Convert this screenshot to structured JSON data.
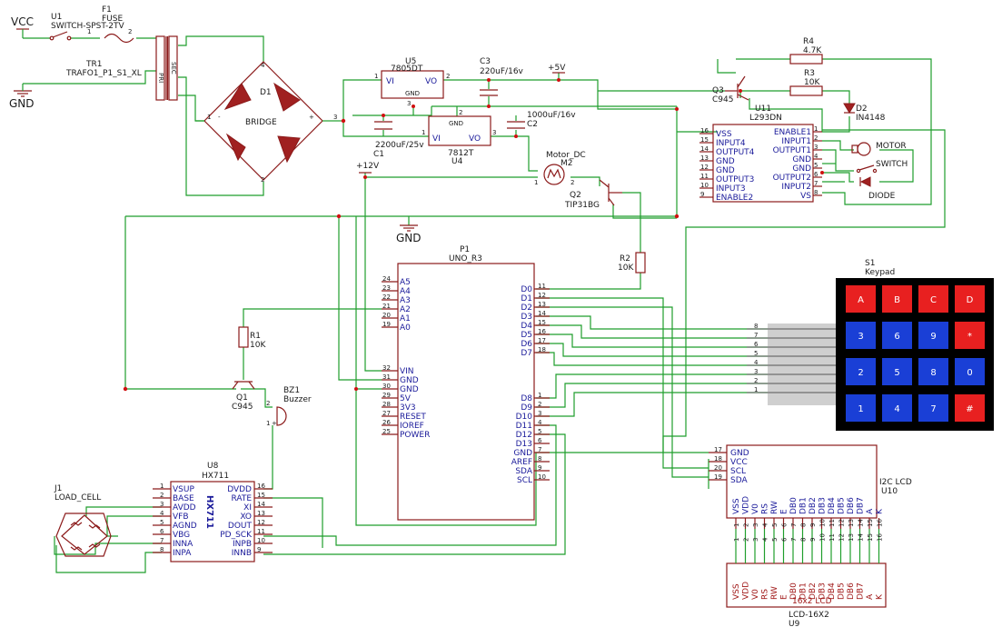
{
  "power": {
    "vcc": "VCC",
    "gnd": "GND",
    "gnd2": "GND",
    "v5": "+5V",
    "v12": "+12V"
  },
  "switch_u1": {
    "ref": "U1",
    "value": "SWITCH-SPST-2TV"
  },
  "fuse_f1": {
    "ref": "F1",
    "value": "FUSE",
    "pin1": "1",
    "pin2": "2"
  },
  "trafo_tr1": {
    "ref": "TR1",
    "value": "TRAFO1_P1_S1_XL",
    "pri": "PRI",
    "sec": "SEC"
  },
  "bridge_d1": {
    "ref": "D1",
    "value": "BRIDGE",
    "pin1": "1",
    "pin2": "2",
    "pin3": "3",
    "pin4": "4",
    "minus": "-",
    "plus": "+"
  },
  "reg_u5": {
    "ref": "U5",
    "value": "7805DT",
    "vi": "VI",
    "vo": "VO",
    "gnd": "GND",
    "pin1": "1",
    "pin2": "2",
    "pin3": "3"
  },
  "reg_u4": {
    "ref": "U4",
    "value": "7812T",
    "vi": "VI",
    "vo": "VO",
    "gnd": "GND",
    "pin1": "1",
    "pin2": "2",
    "pin3": "3"
  },
  "caps": {
    "c3_ref": "C3",
    "c3_val": "220uF/16v",
    "c2_ref": "C2",
    "c2_val": "1000uF/16v",
    "c1_ref": "C1",
    "c1_val": "2200uF/25v"
  },
  "motor_m2": {
    "ref": "M2",
    "value": "Motor_DC",
    "pin1": "1",
    "pin2": "2"
  },
  "q2": {
    "ref": "Q2",
    "value": "TIP31BG"
  },
  "q3": {
    "ref": "Q3",
    "value": "C945"
  },
  "r4": {
    "ref": "R4",
    "value": "4.7K"
  },
  "r3": {
    "ref": "R3",
    "value": "10K"
  },
  "r2": {
    "ref": "R2",
    "value": "10K"
  },
  "r1": {
    "ref": "R1",
    "value": "10K"
  },
  "d2": {
    "ref": "D2",
    "value": "IN4148"
  },
  "u11": {
    "ref": "U11",
    "value": "L293DN",
    "left": [
      [
        "16",
        "VSS"
      ],
      [
        "15",
        "INPUT4"
      ],
      [
        "14",
        "OUTPUT4"
      ],
      [
        "13",
        "GND"
      ],
      [
        "12",
        "GND"
      ],
      [
        "11",
        "OUTPUT3"
      ],
      [
        "10",
        "INPUT3"
      ],
      [
        "9",
        "ENABLE2"
      ]
    ],
    "right": [
      [
        "1",
        "ENABLE1"
      ],
      [
        "2",
        "INPUT1"
      ],
      [
        "3",
        "OUTPUT1"
      ],
      [
        "4",
        "GND"
      ],
      [
        "5",
        "GND"
      ],
      [
        "6",
        "OUTPUT2"
      ],
      [
        "7",
        "INPUT2"
      ],
      [
        "8",
        "VS"
      ]
    ]
  },
  "motor_switch": {
    "motor": "MOTOR",
    "switch": "SWITCH",
    "diode": "DIODE"
  },
  "uno_p1": {
    "ref": "P1",
    "value": "UNO_R3",
    "left": [
      [
        "24",
        "A5"
      ],
      [
        "23",
        "A4"
      ],
      [
        "22",
        "A3"
      ],
      [
        "21",
        "A2"
      ],
      [
        "20",
        "A1"
      ],
      [
        "19",
        "A0"
      ],
      [
        "32",
        "VIN"
      ],
      [
        "31",
        "GND"
      ],
      [
        "30",
        "GND"
      ],
      [
        "29",
        "5V"
      ],
      [
        "28",
        "3V3"
      ],
      [
        "27",
        "RESET"
      ],
      [
        "26",
        "IOREF"
      ],
      [
        "25",
        "POWER"
      ]
    ],
    "right": [
      [
        "D0",
        "11"
      ],
      [
        "D1",
        "12"
      ],
      [
        "D2",
        "13"
      ],
      [
        "D3",
        "14"
      ],
      [
        "D4",
        "15"
      ],
      [
        "D5",
        "16"
      ],
      [
        "D6",
        "17"
      ],
      [
        "D7",
        "18"
      ],
      [
        "D8",
        "1"
      ],
      [
        "D9",
        "2"
      ],
      [
        "D10",
        "3"
      ],
      [
        "D11",
        "4"
      ],
      [
        "D12",
        "5"
      ],
      [
        "D13",
        "6"
      ],
      [
        "GND",
        "7"
      ],
      [
        "AREF",
        "8"
      ],
      [
        "SDA",
        "9"
      ],
      [
        "SCL",
        "10"
      ]
    ]
  },
  "keypad_s1": {
    "ref": "S1",
    "value": "Keypad",
    "keys": [
      "A",
      "B",
      "C",
      "D",
      "3",
      "6",
      "9",
      "*",
      "2",
      "5",
      "8",
      "0",
      "1",
      "4",
      "7",
      "#"
    ],
    "pins": [
      "8",
      "7",
      "6",
      "5",
      "4",
      "3",
      "2",
      "1"
    ],
    "colors": {
      "red": "#e82020",
      "blue": "#1a3fd6",
      "body": "#000000"
    }
  },
  "q1": {
    "ref": "Q1",
    "value": "C945"
  },
  "buzzer_bz1": {
    "ref": "BZ1",
    "value": "Buzzer",
    "pin1": "1",
    "pin2": "2",
    "plus": "+"
  },
  "hx711_u8": {
    "ref": "U8",
    "value": "HX711",
    "left": [
      [
        "1",
        "VSUP"
      ],
      [
        "2",
        "BASE"
      ],
      [
        "3",
        "AVDD"
      ],
      [
        "4",
        "VFB"
      ],
      [
        "5",
        "AGND"
      ],
      [
        "6",
        "VBG"
      ],
      [
        "7",
        "INNA"
      ],
      [
        "8",
        "INPA"
      ]
    ],
    "right": [
      [
        "16",
        "DVDD"
      ],
      [
        "15",
        "RATE"
      ],
      [
        "14",
        "XI"
      ],
      [
        "13",
        "XO"
      ],
      [
        "12",
        "DOUT"
      ],
      [
        "11",
        "PD_SCK"
      ],
      [
        "10",
        "INPB"
      ],
      [
        "9",
        "INNB"
      ]
    ]
  },
  "loadcell_j1": {
    "ref": "J1",
    "value": "LOAD_CELL"
  },
  "i2c_u10": {
    "ref": "U10",
    "value": "I2C LCD",
    "pins": [
      [
        "17",
        "GND"
      ],
      [
        "18",
        "VCC"
      ],
      [
        "20",
        "SCL"
      ],
      [
        "19",
        "SDA"
      ]
    ]
  },
  "lcd_u9": {
    "ref": "U9",
    "value": "LCD-16X2",
    "label": "16x2 LCD",
    "pins": [
      [
        "1",
        "VSS"
      ],
      [
        "2",
        "VDD"
      ],
      [
        "3",
        "V0"
      ],
      [
        "4",
        "RS"
      ],
      [
        "5",
        "RW"
      ],
      [
        "6",
        "E"
      ],
      [
        "7",
        "DB0"
      ],
      [
        "8",
        "DB1"
      ],
      [
        "9",
        "DB2"
      ],
      [
        "10",
        "DB3"
      ],
      [
        "11",
        "DB4"
      ],
      [
        "12",
        "DB5"
      ],
      [
        "13",
        "DB6"
      ],
      [
        "14",
        "DB7"
      ],
      [
        "15",
        "A"
      ],
      [
        "16",
        "K"
      ]
    ]
  }
}
